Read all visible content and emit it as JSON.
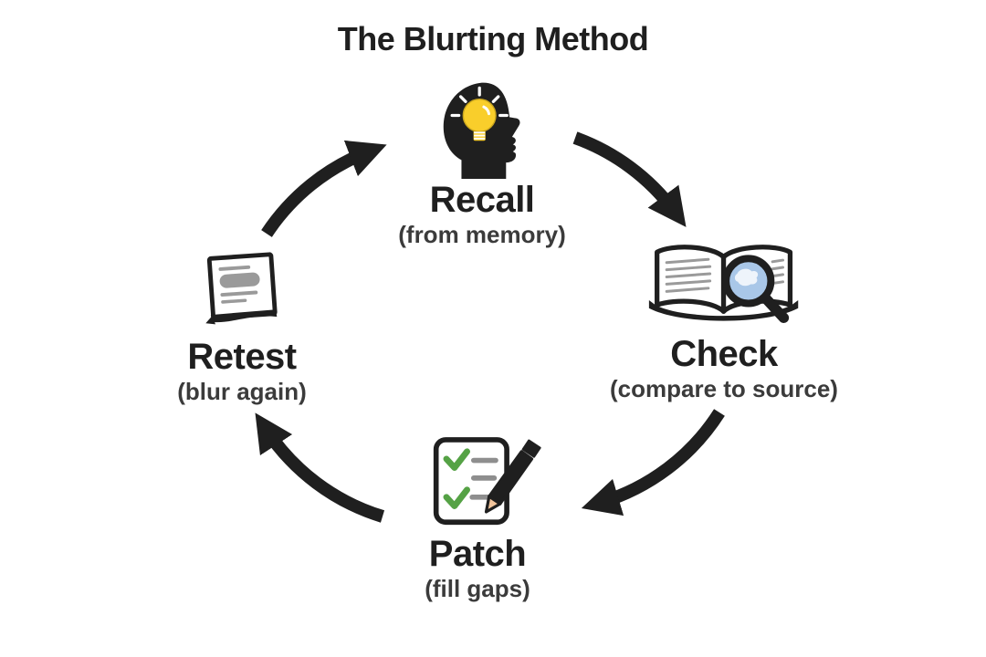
{
  "title": "The Blurting Method",
  "diagram": {
    "type": "cycle",
    "direction": "clockwise",
    "steps": [
      {
        "label": "Recall",
        "sublabel": "(from memory)",
        "icon": "head-lightbulb-icon",
        "position": "top"
      },
      {
        "label": "Check",
        "sublabel": "(compare to source)",
        "icon": "book-magnifier-icon",
        "position": "right"
      },
      {
        "label": "Patch",
        "sublabel": "(fill gaps)",
        "icon": "checklist-pencil-icon",
        "position": "bottom"
      },
      {
        "label": "Retest",
        "sublabel": "(blur again)",
        "icon": "blurred-notes-icon",
        "position": "left"
      }
    ]
  },
  "colors": {
    "background": "#ffffff",
    "ink": "#1f1f1f",
    "subtext": "#3b3b3b",
    "bulb_yellow": "#f9ce2b",
    "bulb_outline": "#caa61d",
    "lens_blue": "#a9c7e8",
    "check_green": "#55a245",
    "pencil_tan": "#f3c59c",
    "line_gray": "#9a9a9a"
  }
}
